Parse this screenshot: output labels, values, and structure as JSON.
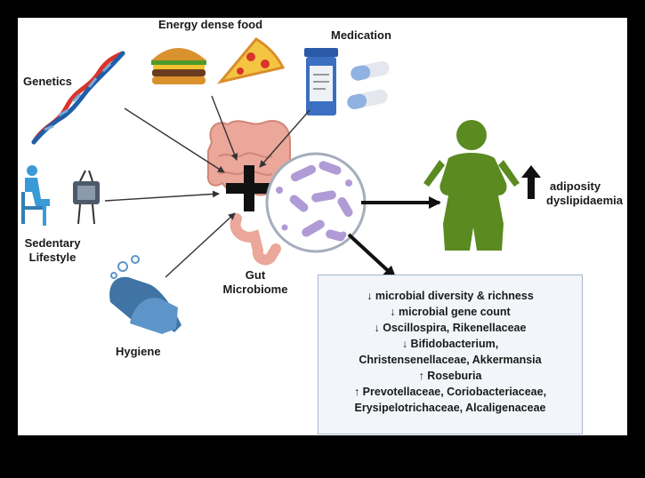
{
  "labels": {
    "energy_food": "Energy dense food",
    "medication": "Medication",
    "genetics": "Genetics",
    "sedentary_line1": "Sedentary",
    "sedentary_line2": "Lifestyle",
    "hygiene": "Hygiene",
    "gut_line1": "Gut",
    "gut_line2": "Microbiome",
    "adiposity": "adiposity",
    "dyslipidaemia": "dyslipidaemia"
  },
  "findings": [
    "↓ microbial diversity & richness",
    "↓ microbial gene count",
    "↓ Oscillospira, Rikenellaceae",
    "↓ Bifidobacterium,",
    "Christensenellaceae, Akkermansia",
    "↑ Roseburia",
    "↑ Prevotellaceae, Coriobacteriaceae,",
    "Erysipelotrichaceae, Alcaligenaceae"
  ],
  "colors": {
    "person": "#5a8a20",
    "dna_red": "#d9342b",
    "dna_blue": "#1f5fa8",
    "gut": "#eaa79a",
    "bacteria": "#b09bd6",
    "findings_border": "#a7b6cc"
  },
  "icons": [
    "dna-icon",
    "burger-icon",
    "pizza-icon",
    "pill-bottle-icon",
    "capsule-icon",
    "tv-viewer-icon",
    "hands-washing-icon",
    "intestine-icon",
    "plus-icon",
    "bacteria-magnifier-icon",
    "person-silhouette-icon",
    "up-arrow-icon"
  ]
}
